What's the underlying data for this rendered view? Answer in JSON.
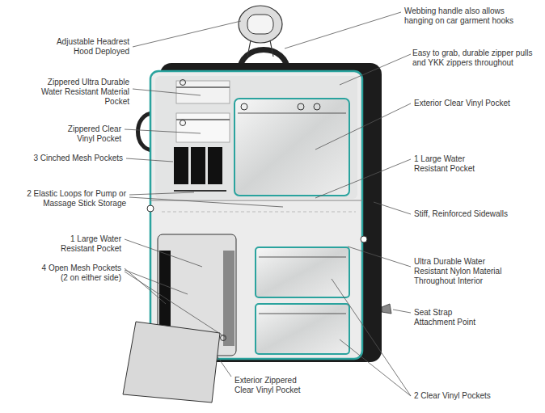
{
  "diagram": {
    "labels": [
      "Adjustable Headrest Hood Deployed",
      "Zippered Ultra Durable Water Resistant Material Pocket",
      "Zippered Clear Vinyl Pocket",
      "3 Cinched Mesh Pockets",
      "2 Elastic Loops for Pump or Massage Stick Storage",
      "1 Large Water Resistant Pocket",
      "4 Open Mesh Pockets (2 on either side)",
      "Exterior Zippered Clear Vinyl Pocket",
      "Webbing handle also allows hanging on car garment hooks",
      "Easy to grab, durable zipper pulls and YKK zippers throughout",
      "Exterior Clear Vinyl Pocket",
      "1 Large Water Resistant Pocket",
      "Stiff, Reinforced Sidewalls",
      "Ultra Durable Water Resistant Nylon Material Throughout Interior",
      "Seat Strap Attachment Point",
      "2 Clear Vinyl Pockets"
    ]
  }
}
